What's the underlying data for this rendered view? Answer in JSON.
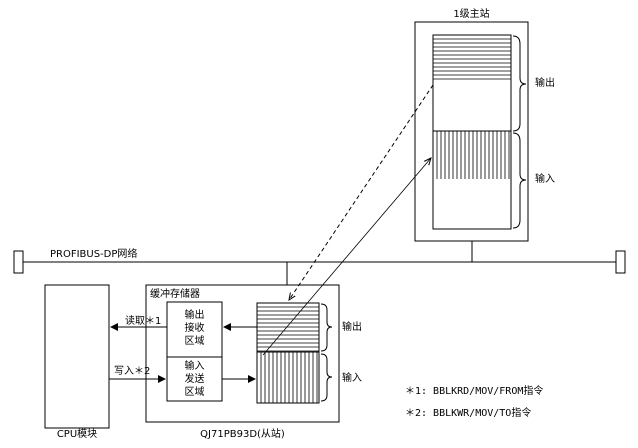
{
  "master": {
    "title": "1级主站",
    "output_label": "输出",
    "input_label": "输入"
  },
  "network": {
    "label": "PROFIBUS-DP网络"
  },
  "slave": {
    "buffer_title": "缓冲存储器",
    "output_area": [
      "输出",
      "接收",
      "区域"
    ],
    "input_area": [
      "输入",
      "发送",
      "区域"
    ],
    "output_label": "输出",
    "input_label": "输入",
    "module_label": "QJ71PB93D(从站)"
  },
  "cpu": {
    "label": "CPU模块",
    "read_label": "读取＊1",
    "write_label": "写入＊2"
  },
  "notes": [
    "＊1: BBLKRD/MOV/FROM指令",
    "＊2: BBLKWR/MOV/TO指令"
  ]
}
